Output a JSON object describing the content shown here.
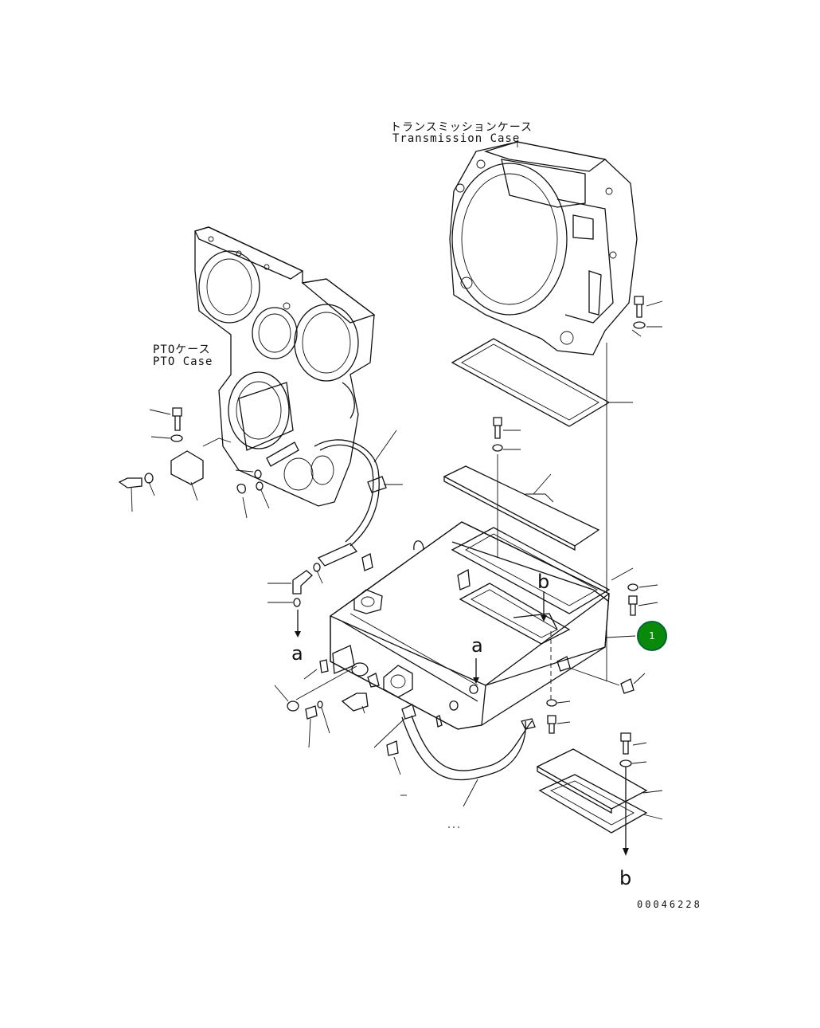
{
  "labels": {
    "transmission_case_jp": "トランスミッションケース",
    "transmission_case_en": "Transmission Case",
    "pto_case_jp": "PTOケース",
    "pto_case_en": "PTO Case",
    "arrow_a_top": "a",
    "arrow_a_bottom": "a",
    "arrow_b_top": "b",
    "arrow_b_bottom": "b",
    "drawing_number": "00046228"
  },
  "callout": {
    "number": "1",
    "color": "#0a8a0a"
  }
}
